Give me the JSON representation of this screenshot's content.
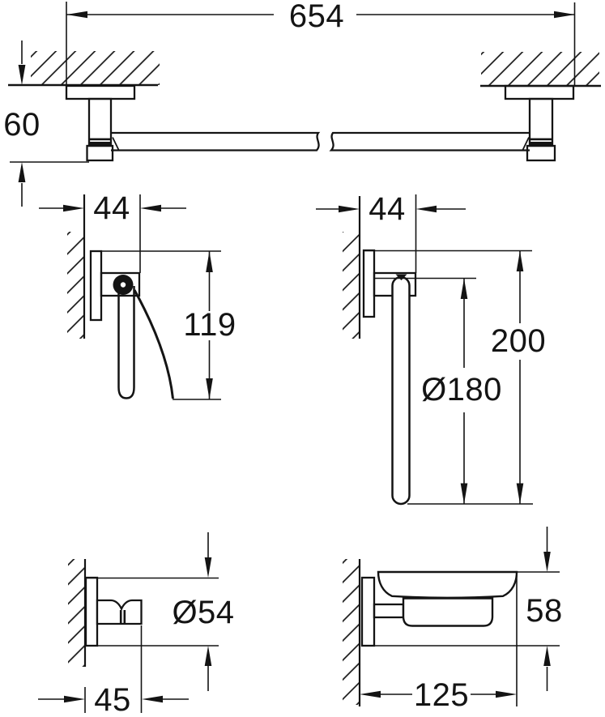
{
  "page": {
    "background": "#ffffff",
    "ink": "#141414"
  },
  "drawings": {
    "towel_bar": {
      "dims": {
        "width": "654",
        "wall_offset": "60"
      }
    },
    "paper_holder": {
      "dims": {
        "wall_depth": "44",
        "height": "119"
      }
    },
    "towel_ring": {
      "dims": {
        "wall_depth": "44",
        "height": "200",
        "ring_diameter": "Ø180"
      }
    },
    "robe_hook": {
      "dims": {
        "rosette_diameter": "Ø54",
        "wall_depth": "45"
      }
    },
    "soap_dish": {
      "dims": {
        "height": "58",
        "wall_depth": "125"
      }
    }
  }
}
